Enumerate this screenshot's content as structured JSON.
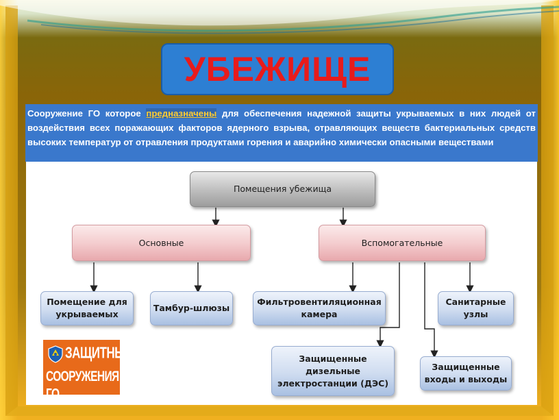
{
  "slide": {
    "title": "УБЕЖИЩЕ",
    "definition_pre": "Сооружение ГО которое ",
    "definition_highlight": "предназначены",
    "definition_post": " для обеспечения надежной защиты укрываемых в них людей от воздействия всех поражающих факторов ядерного взрыва, отравляющих веществ бактериальных средств высоких температур от отравления продуктами горения и аварийно химически  опасными веществами"
  },
  "diagram": {
    "root": "Помещения убежища",
    "main": "Основные",
    "aux": "Вспомогательные",
    "shelter_room": "Помещение для укрываемых",
    "airlock": "Тамбур-шлюзы",
    "filter_chamber": "Фильтровентиляционная камера",
    "sanitary": "Санитарные узлы",
    "diesel": "Защищенные дизельные электростанции (ДЭС)",
    "entrances": "Защищенные входы и выходы"
  },
  "logo": {
    "line1": "ЗАЩИТНЫЕ",
    "line2": "СООРУЖЕНИЯ ГО"
  },
  "colors": {
    "title_bg": "#2d7fd3",
    "title_text": "#e81b1b",
    "definition_bg": "#3a78cc",
    "logo_bg": "#e86a1a"
  }
}
